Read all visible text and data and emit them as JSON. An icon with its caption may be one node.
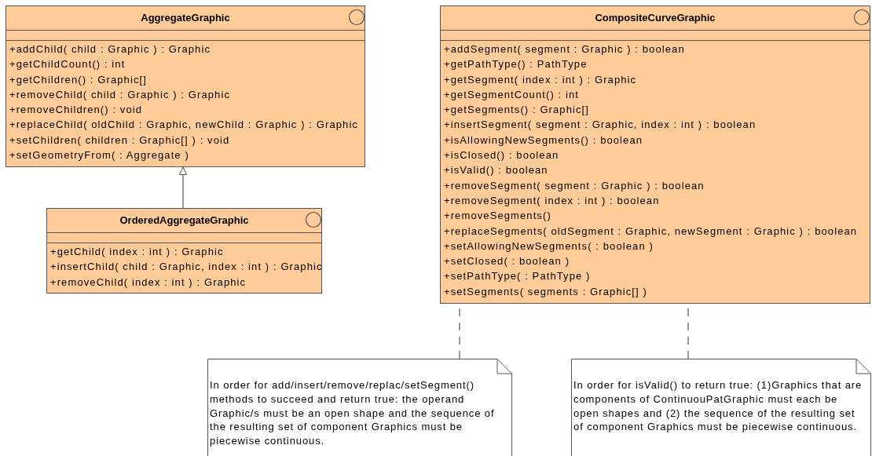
{
  "diagram": {
    "nodes": [
      {
        "text": [
          "AggregateGraphic",
          "+addChild( child : Graphic ) : Graphic",
          "+getChildCount() : int",
          "+getChildren() : Graphic[]",
          "+removeChild( child : Graphic ) : Graphic",
          "+removeChildren() : void",
          "+replaceChild( oldChild : Graphic, newChild : Graphic ) : Graphic",
          "+setChildren( children : Graphic[] ) : void",
          "+setGeometryFrom(  : Aggregate )"
        ]
      },
      {
        "text": [
          "OrderedAggregateGraphic",
          "+getChild( index : int ) : Graphic",
          "+insertChild( child : Graphic, index : int ) : Graphic",
          "+removeChild( index : int ) : Graphic"
        ]
      },
      {
        "text": [
          "CompositeCurveGraphic",
          "+addSegment( segment : Graphic ) : boolean",
          "+getPathType() : PathType",
          "+getSegment( index : int ) : Graphic",
          "+getSegmentCount() : int",
          "+getSegments() : Graphic[]",
          "+insertSegment( segment : Graphic, index : int ) : boolean",
          "+isAllowingNewSegments() : boolean",
          "+isClosed() : boolean",
          "+isValid() : boolean",
          "+removeSegment( segment : Graphic ) : boolean",
          "+removeSegment( index : int ) : boolean",
          "+removeSegments()",
          "+replaceSegments( oldSegment : Graphic, newSegment : Graphic ) : boolean",
          "+setAllowingNewSegments(  : boolean )",
          "+setClosed(  : boolean )",
          "+setPathType(  : PathType )",
          "+setSegments( segments : Graphic[] )"
        ]
      },
      {
        "text": [
          "In order for add/insert/remove/replac/setSegment() methods to succeed and return true: the operand Graphic/s must be an open shape and the sequence of the resulting set of component Graphics must be piecewise continuous."
        ]
      },
      {
        "text": [
          "In order for isValid() to return true: (1)Graphics that are components of ContinuouPatGraphic must each be open shapes and (2) the sequence of the resulting set of component Graphics must be piecewise continuous."
        ]
      }
    ],
    "edges": [
      {
        "from": 1,
        "to": 0,
        "arrow": "to"
      },
      {
        "from": 3,
        "to": 2,
        "arrow": "none",
        "style": "dashed"
      },
      {
        "from": 4,
        "to": 2,
        "arrow": "none",
        "style": "dashed"
      }
    ]
  }
}
